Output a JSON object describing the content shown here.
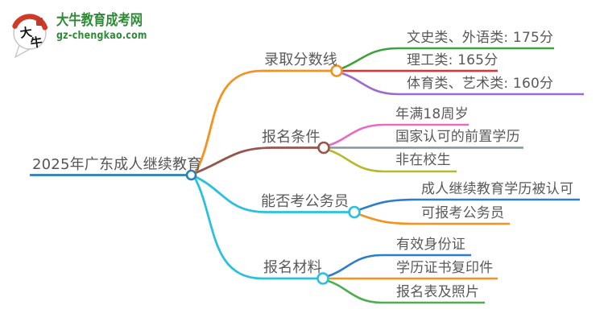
{
  "logo": {
    "mark_text": "大牛",
    "site_name": "大牛教育成考网",
    "site_url": "gz-chengkao.com",
    "brand_green": "#2e8b35",
    "brand_red": "#d03a28"
  },
  "root": {
    "label": "2025年广东成人继续教育",
    "color": "#2980b9"
  },
  "text_color": "#595959",
  "branches": [
    {
      "label": "录取分数线",
      "color": "#f5921e",
      "children": [
        {
          "label": "文史类、外语类: 175分",
          "color": "#3da23d"
        },
        {
          "label": "理工类: 165分",
          "color": "#e53030"
        },
        {
          "label": "体育类、艺术类: 160分",
          "color": "#9c6bce"
        }
      ]
    },
    {
      "label": "报名条件",
      "color": "#95564d",
      "children": [
        {
          "label": "年满18周岁",
          "color": "#e86bc0"
        },
        {
          "label": "国家认可的前置学历",
          "color": "#8c9496"
        },
        {
          "label": "非在校生",
          "color": "#b8b92a"
        }
      ]
    },
    {
      "label": "能否考公务员",
      "color": "#2bc0de",
      "children": [
        {
          "label": "成人继续教育学历被认可",
          "color": "#2e7dc9"
        },
        {
          "label": "可报考公务员",
          "color": "#f5921e"
        }
      ]
    },
    {
      "label": "报名材料",
      "color": "#2bc0de",
      "children": [
        {
          "label": "有效身份证",
          "color": "#2e7dc9"
        },
        {
          "label": "学历证书复印件",
          "color": "#f5921e"
        },
        {
          "label": "报名表及照片",
          "color": "#4cae4f"
        }
      ]
    }
  ]
}
